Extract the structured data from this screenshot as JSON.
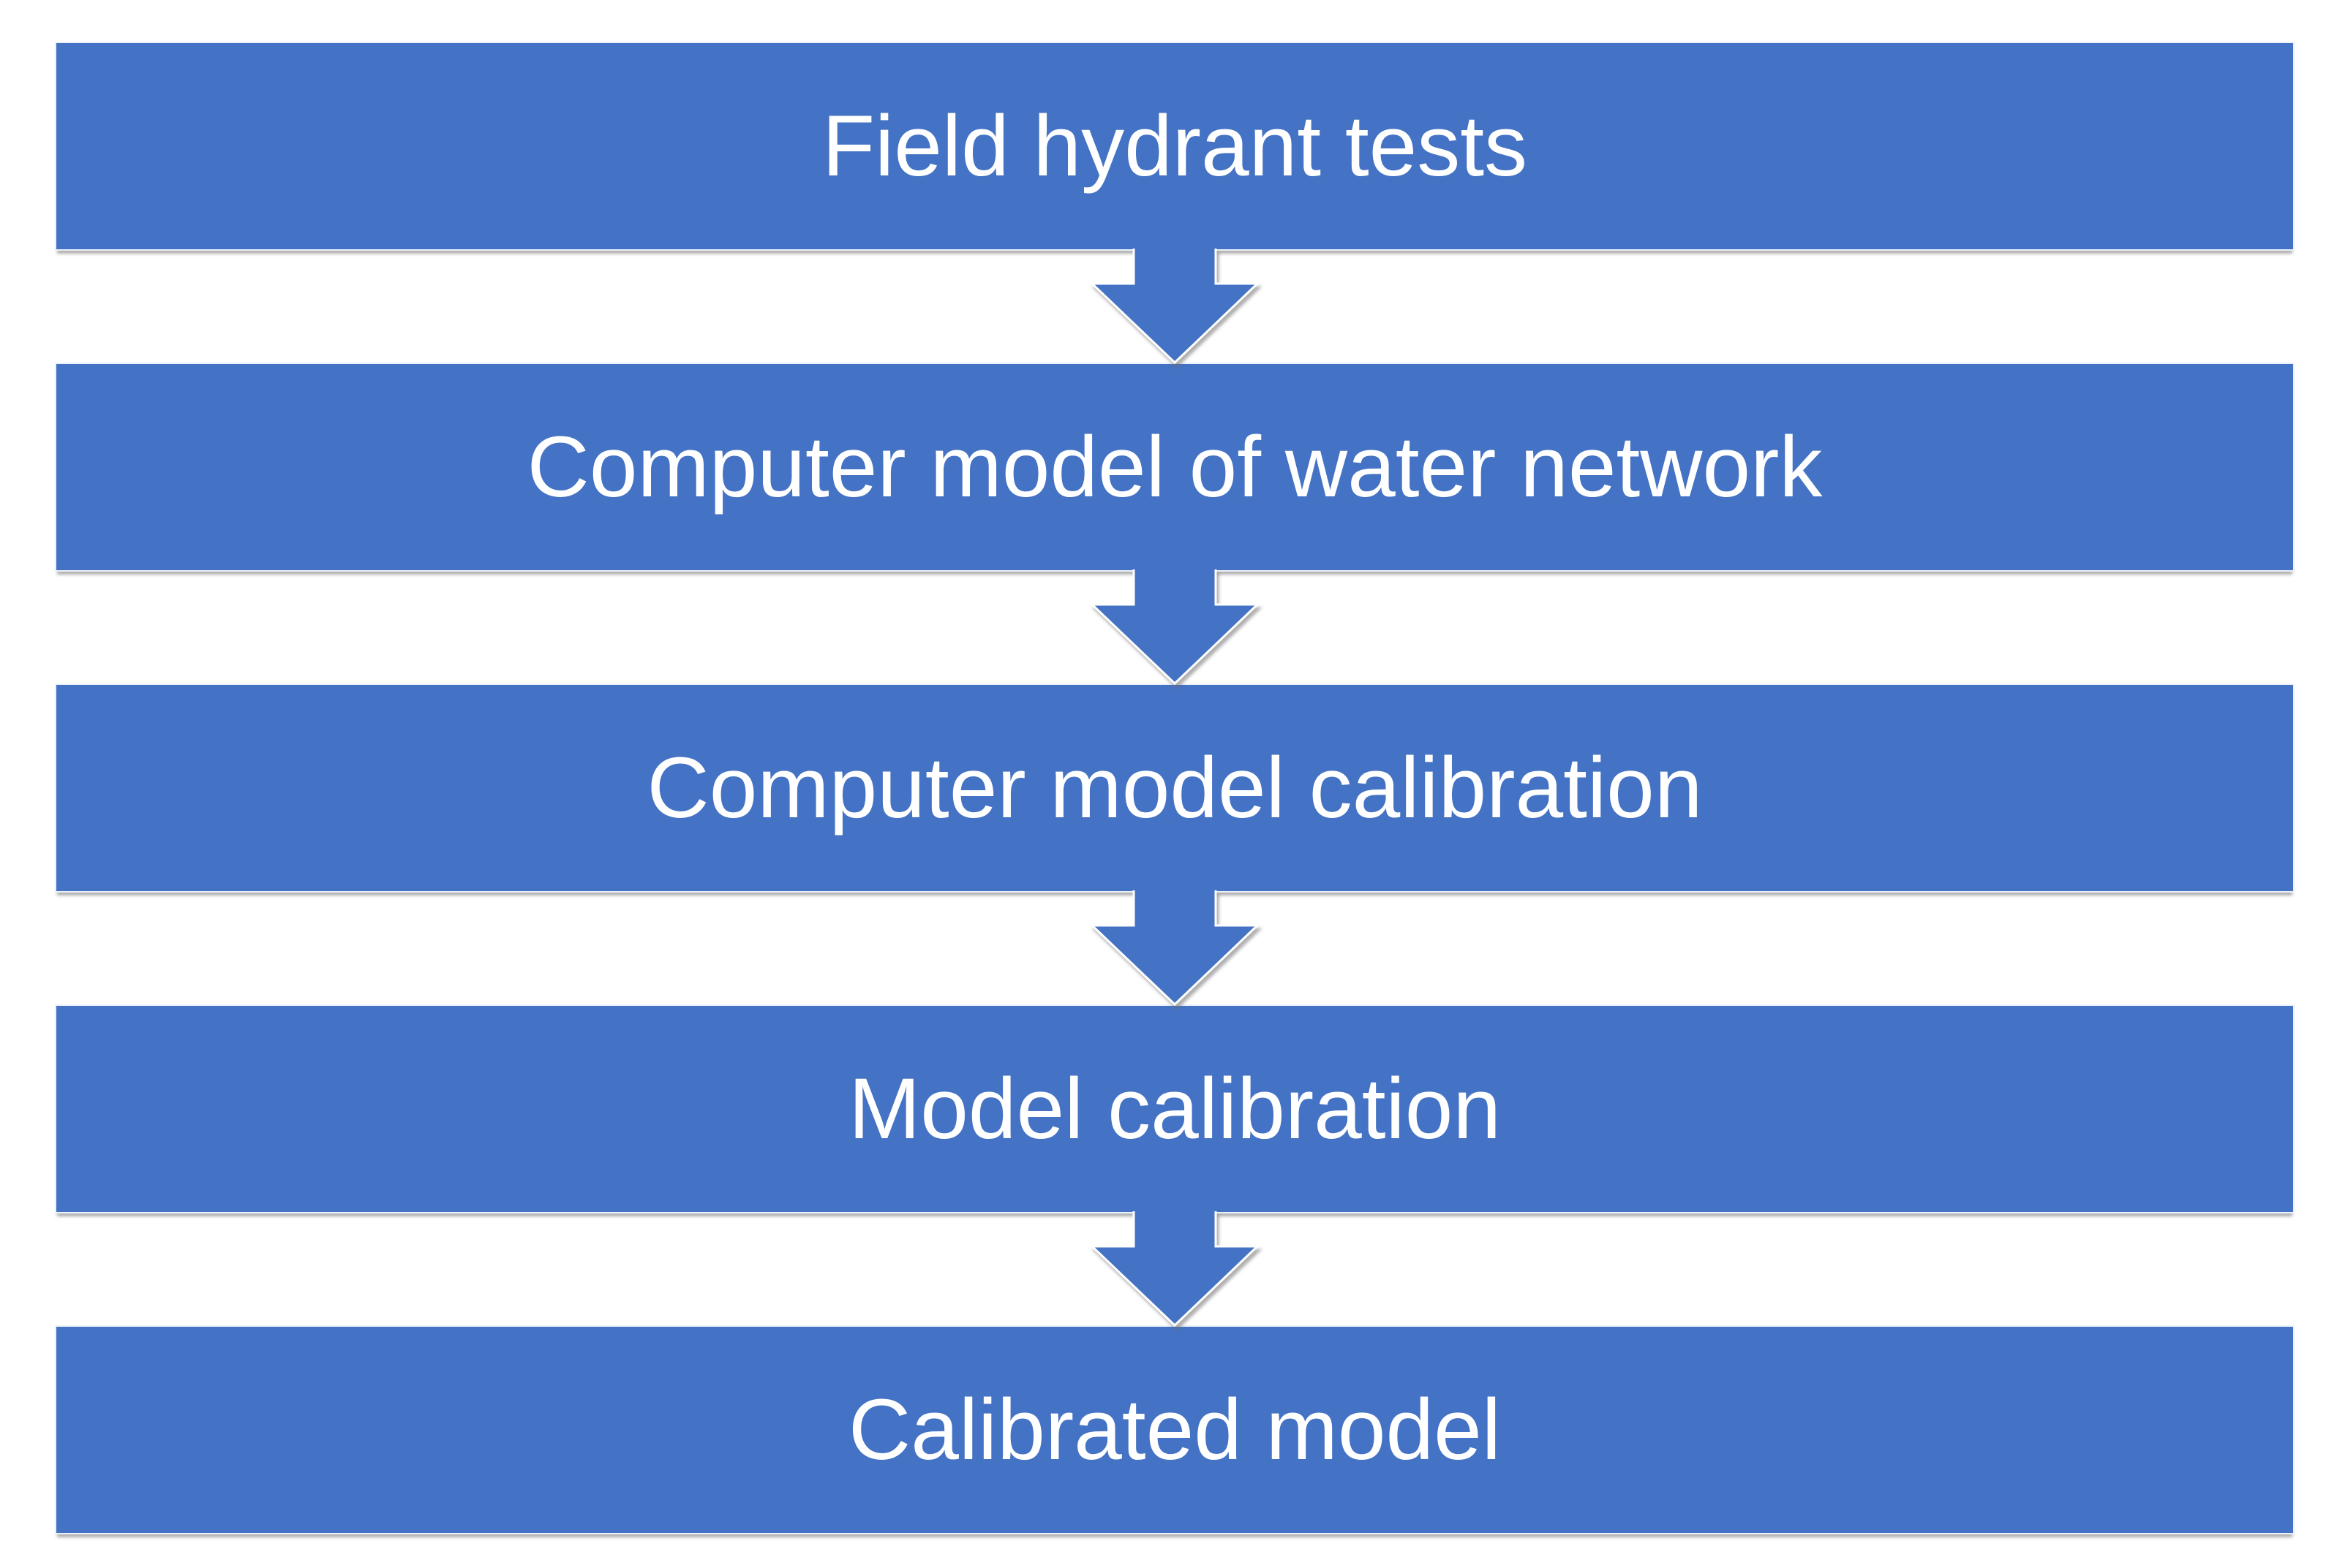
{
  "diagram": {
    "type": "flowchart",
    "direction": "top-down",
    "steps": [
      {
        "label": "Field hydrant tests"
      },
      {
        "label": "Computer model of water network"
      },
      {
        "label": "Computer model calibration"
      },
      {
        "label": "Model calibration"
      },
      {
        "label": "Calibrated model"
      }
    ],
    "connector": "down-arrow",
    "colors": {
      "box_fill": "#4472C4",
      "box_text": "#FFFFFF",
      "arrow_fill": "#4472C4",
      "outline": "#FFFFFF",
      "background": "#FFFFFF"
    }
  }
}
